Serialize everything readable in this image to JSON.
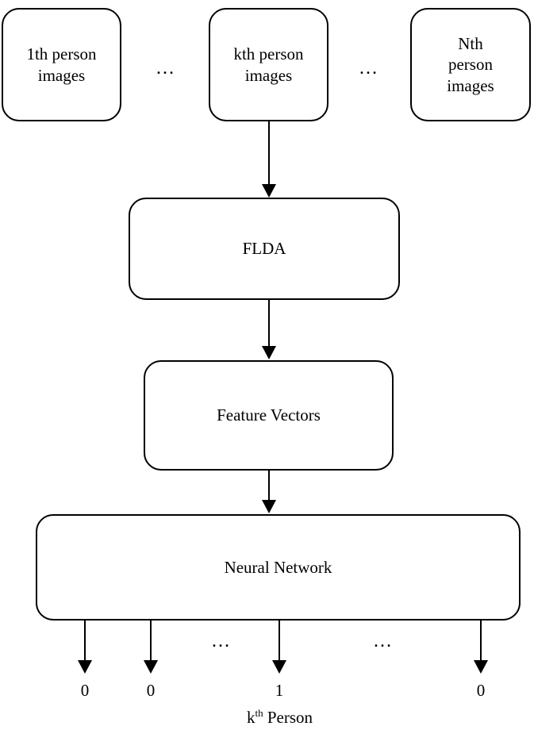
{
  "inputs": {
    "first": [
      "1th person",
      "images"
    ],
    "kth": [
      "kth person",
      "images"
    ],
    "nth": [
      "Nth",
      "person",
      "images"
    ],
    "ellipsis_left": "…",
    "ellipsis_right": "…"
  },
  "flda": {
    "label": "FLDA"
  },
  "features": {
    "label": "Feature Vectors"
  },
  "network": {
    "label": "Neural Network"
  },
  "outputs": {
    "values": [
      "0",
      "0",
      "1",
      "0"
    ],
    "ellipsis_left": "…",
    "ellipsis_right": "…"
  },
  "result": {
    "prefix": "k",
    "superscript": "th",
    "suffix": " Person"
  }
}
